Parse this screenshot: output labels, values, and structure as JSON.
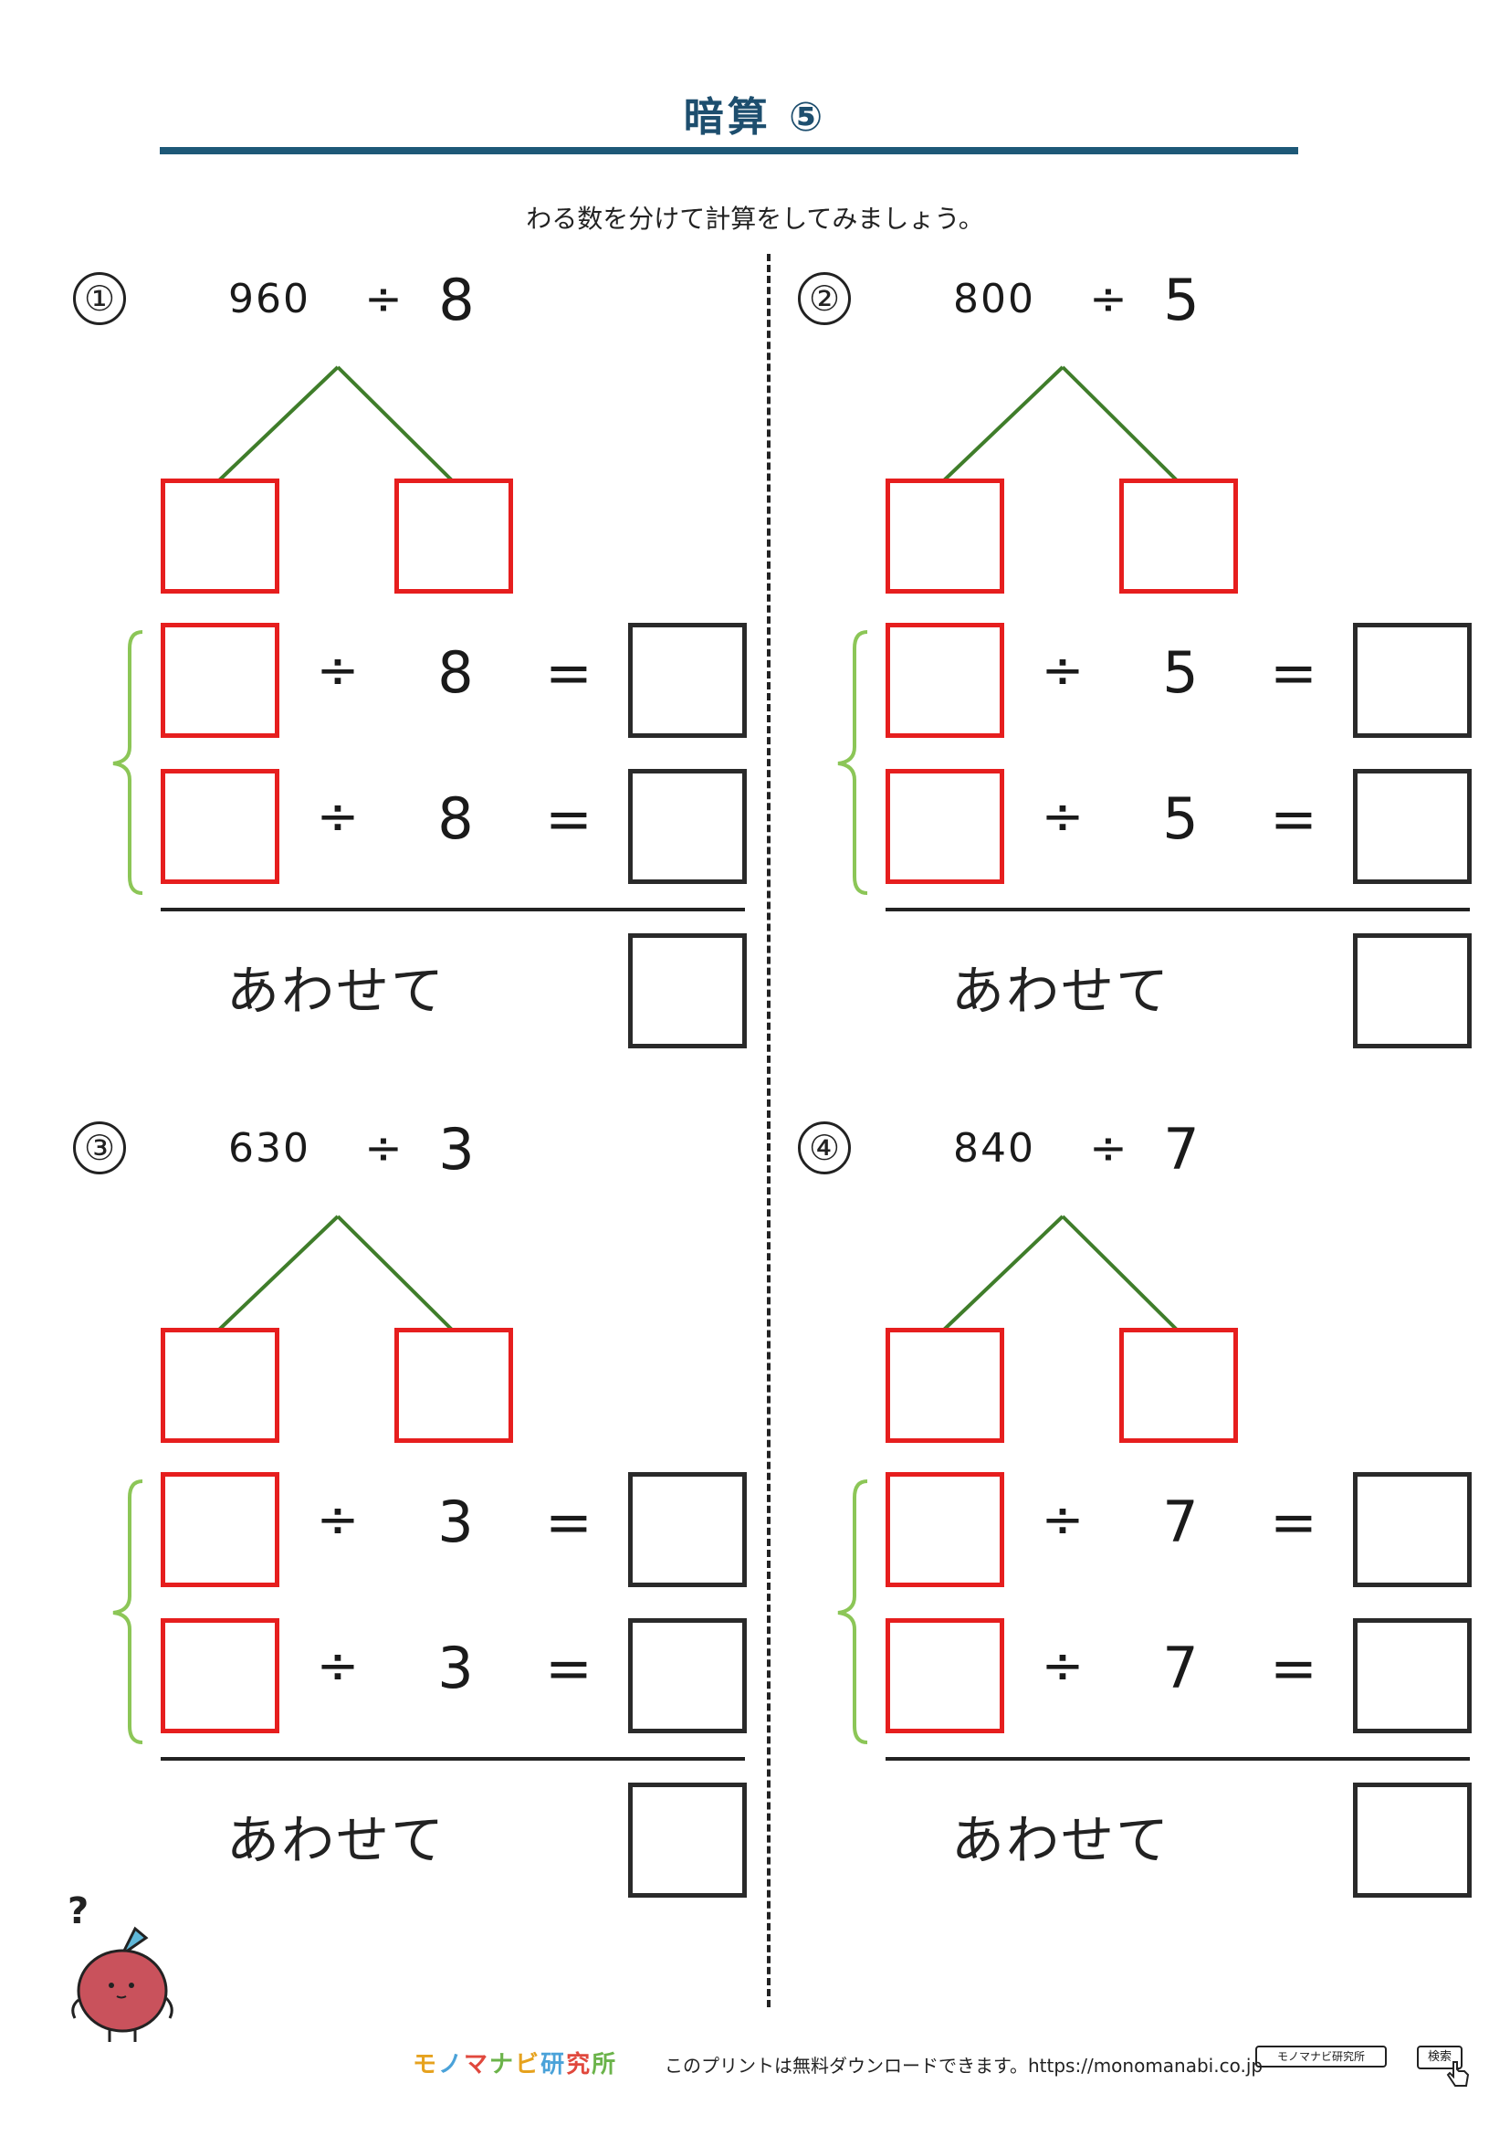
{
  "header": {
    "title": "暗算 ⑤",
    "instruction": "わる数を分けて計算をしてみましょう。"
  },
  "labels": {
    "div_sign": "÷",
    "equals": "=",
    "sum_label": "あわせて",
    "question_mark": "?"
  },
  "problems": [
    {
      "number": "①",
      "dividend": "960",
      "divisor": "8"
    },
    {
      "number": "②",
      "dividend": "800",
      "divisor": "5"
    },
    {
      "number": "③",
      "dividend": "630",
      "divisor": "3"
    },
    {
      "number": "④",
      "dividend": "840",
      "divisor": "7"
    }
  ],
  "footer": {
    "brand": "モノマナビ研究所",
    "text": "このプリントは無料ダウンロードできます。https://monomanabi.co.jp",
    "search_value": "モノマナビ研究所",
    "search_button": "検索"
  },
  "colors": {
    "title": "#1d4e6e",
    "title_rule": "#1d5877",
    "answer_box_red": "#e61e1e",
    "answer_box_black": "#2a2a2a",
    "tree_line": "#3f7d2a",
    "brace": "#8cc657",
    "mascot": "#c9525c"
  }
}
